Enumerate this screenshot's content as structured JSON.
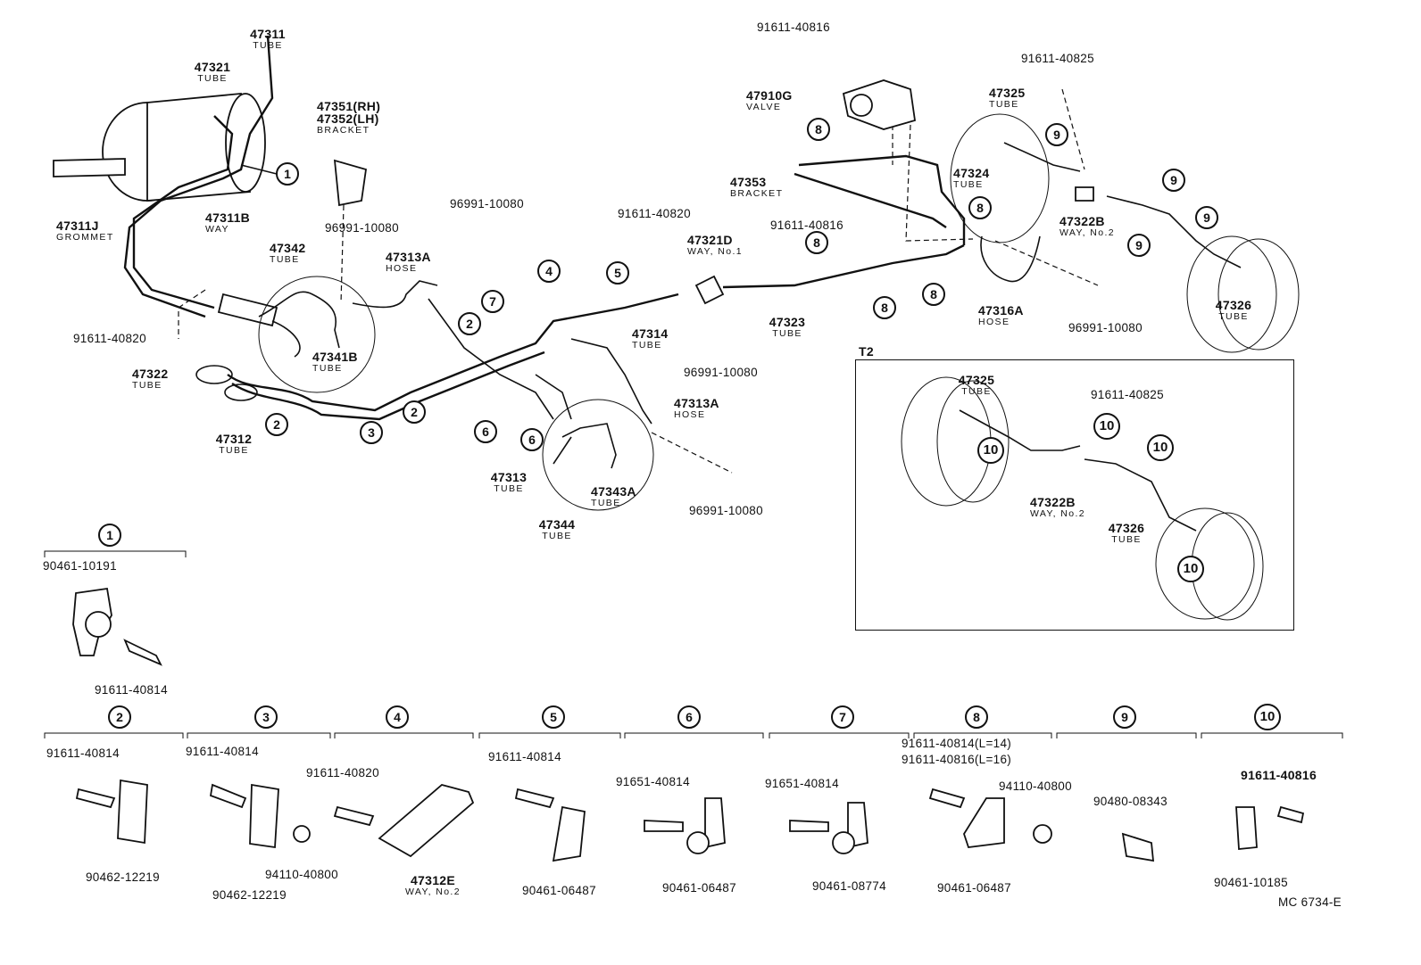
{
  "diagram_code": "MC 6734-E",
  "inset_title": "T2",
  "labels": [
    {
      "id": "47311",
      "pn": "47311",
      "sub": "TUBE"
    },
    {
      "id": "47321",
      "pn": "47321",
      "sub": "TUBE"
    },
    {
      "id": "47351",
      "pn": "47351(RH)",
      "pn2": "47352(LH)",
      "sub": "BRACKET"
    },
    {
      "id": "47311J",
      "pn": "47311J",
      "sub": "GROMMET"
    },
    {
      "id": "47311B",
      "pn": "47311B",
      "sub": "WAY"
    },
    {
      "id": "47342",
      "pn": "47342",
      "sub": "TUBE"
    },
    {
      "id": "96991a",
      "pn": "96991-10080"
    },
    {
      "id": "47313Aa",
      "pn": "47313A",
      "sub": "HOSE"
    },
    {
      "id": "96991b",
      "pn": "96991-10080"
    },
    {
      "id": "91611-40820a",
      "pn": "91611-40820"
    },
    {
      "id": "47321D",
      "pn": "47321D",
      "sub": "WAY, No.1"
    },
    {
      "id": "47341B",
      "pn": "47341B",
      "sub": "TUBE"
    },
    {
      "id": "91611-40820b",
      "pn": "91611-40820"
    },
    {
      "id": "47322",
      "pn": "47322",
      "sub": "TUBE"
    },
    {
      "id": "47312",
      "pn": "47312",
      "sub": "TUBE"
    },
    {
      "id": "47314",
      "pn": "47314",
      "sub": "TUBE"
    },
    {
      "id": "96991c",
      "pn": "96991-10080"
    },
    {
      "id": "47313Ab",
      "pn": "47313A",
      "sub": "HOSE"
    },
    {
      "id": "47313",
      "pn": "47313",
      "sub": "TUBE"
    },
    {
      "id": "47343A",
      "pn": "47343A",
      "sub": "TUBE"
    },
    {
      "id": "47344",
      "pn": "47344",
      "sub": "TUBE"
    },
    {
      "id": "96991d",
      "pn": "96991-10080"
    },
    {
      "id": "91611-40816a",
      "pn": "91611-40816"
    },
    {
      "id": "47910G",
      "pn": "47910G",
      "sub": "VALVE"
    },
    {
      "id": "47353",
      "pn": "47353",
      "sub": "BRACKET"
    },
    {
      "id": "91611-40816b",
      "pn": "91611-40816"
    },
    {
      "id": "47323",
      "pn": "47323",
      "sub": "TUBE"
    },
    {
      "id": "47324",
      "pn": "47324",
      "sub": "TUBE"
    },
    {
      "id": "91611-40825a",
      "pn": "91611-40825"
    },
    {
      "id": "47325a",
      "pn": "47325",
      "sub": "TUBE"
    },
    {
      "id": "47322Ba",
      "pn": "47322B",
      "sub": "WAY, No.2"
    },
    {
      "id": "47316A",
      "pn": "47316A",
      "sub": "HOSE"
    },
    {
      "id": "96991e",
      "pn": "96991-10080"
    },
    {
      "id": "47326a",
      "pn": "47326",
      "sub": "TUBE"
    },
    {
      "id": "47325b",
      "pn": "47325",
      "sub": "TUBE"
    },
    {
      "id": "91611-40825b",
      "pn": "91611-40825"
    },
    {
      "id": "47322Bb",
      "pn": "47322B",
      "sub": "WAY, No.2"
    },
    {
      "id": "47326b",
      "pn": "47326",
      "sub": "TUBE"
    }
  ],
  "callouts": [
    "1",
    "2",
    "3",
    "4",
    "5",
    "6",
    "7",
    "8",
    "9",
    "10"
  ],
  "clamp_groups": [
    {
      "id": "g1",
      "num": "1",
      "parts": [
        "90461-10191",
        "91611-40814"
      ]
    },
    {
      "id": "g2",
      "num": "2",
      "parts": [
        "91611-40814",
        "90462-12219"
      ]
    },
    {
      "id": "g3",
      "num": "3",
      "parts": [
        "91611-40814",
        "90462-12219",
        "94110-40800"
      ]
    },
    {
      "id": "g4",
      "num": "4",
      "parts": [
        "91611-40820",
        "47312E"
      ],
      "sub": "WAY, No.2"
    },
    {
      "id": "g5",
      "num": "5",
      "parts": [
        "91611-40814",
        "90461-06487"
      ]
    },
    {
      "id": "g6",
      "num": "6",
      "parts": [
        "91651-40814",
        "90461-06487"
      ]
    },
    {
      "id": "g7",
      "num": "7",
      "parts": [
        "91651-40814",
        "90461-08774"
      ]
    },
    {
      "id": "g8",
      "num": "8",
      "parts": [
        "91611-40814(L=14)",
        "91611-40816(L=16)",
        "94110-40800",
        "90461-06487"
      ]
    },
    {
      "id": "g9",
      "num": "9",
      "parts": [
        "90480-08343"
      ]
    },
    {
      "id": "g10",
      "num": "10",
      "parts": [
        "91611-40816",
        "90461-10185"
      ]
    }
  ]
}
